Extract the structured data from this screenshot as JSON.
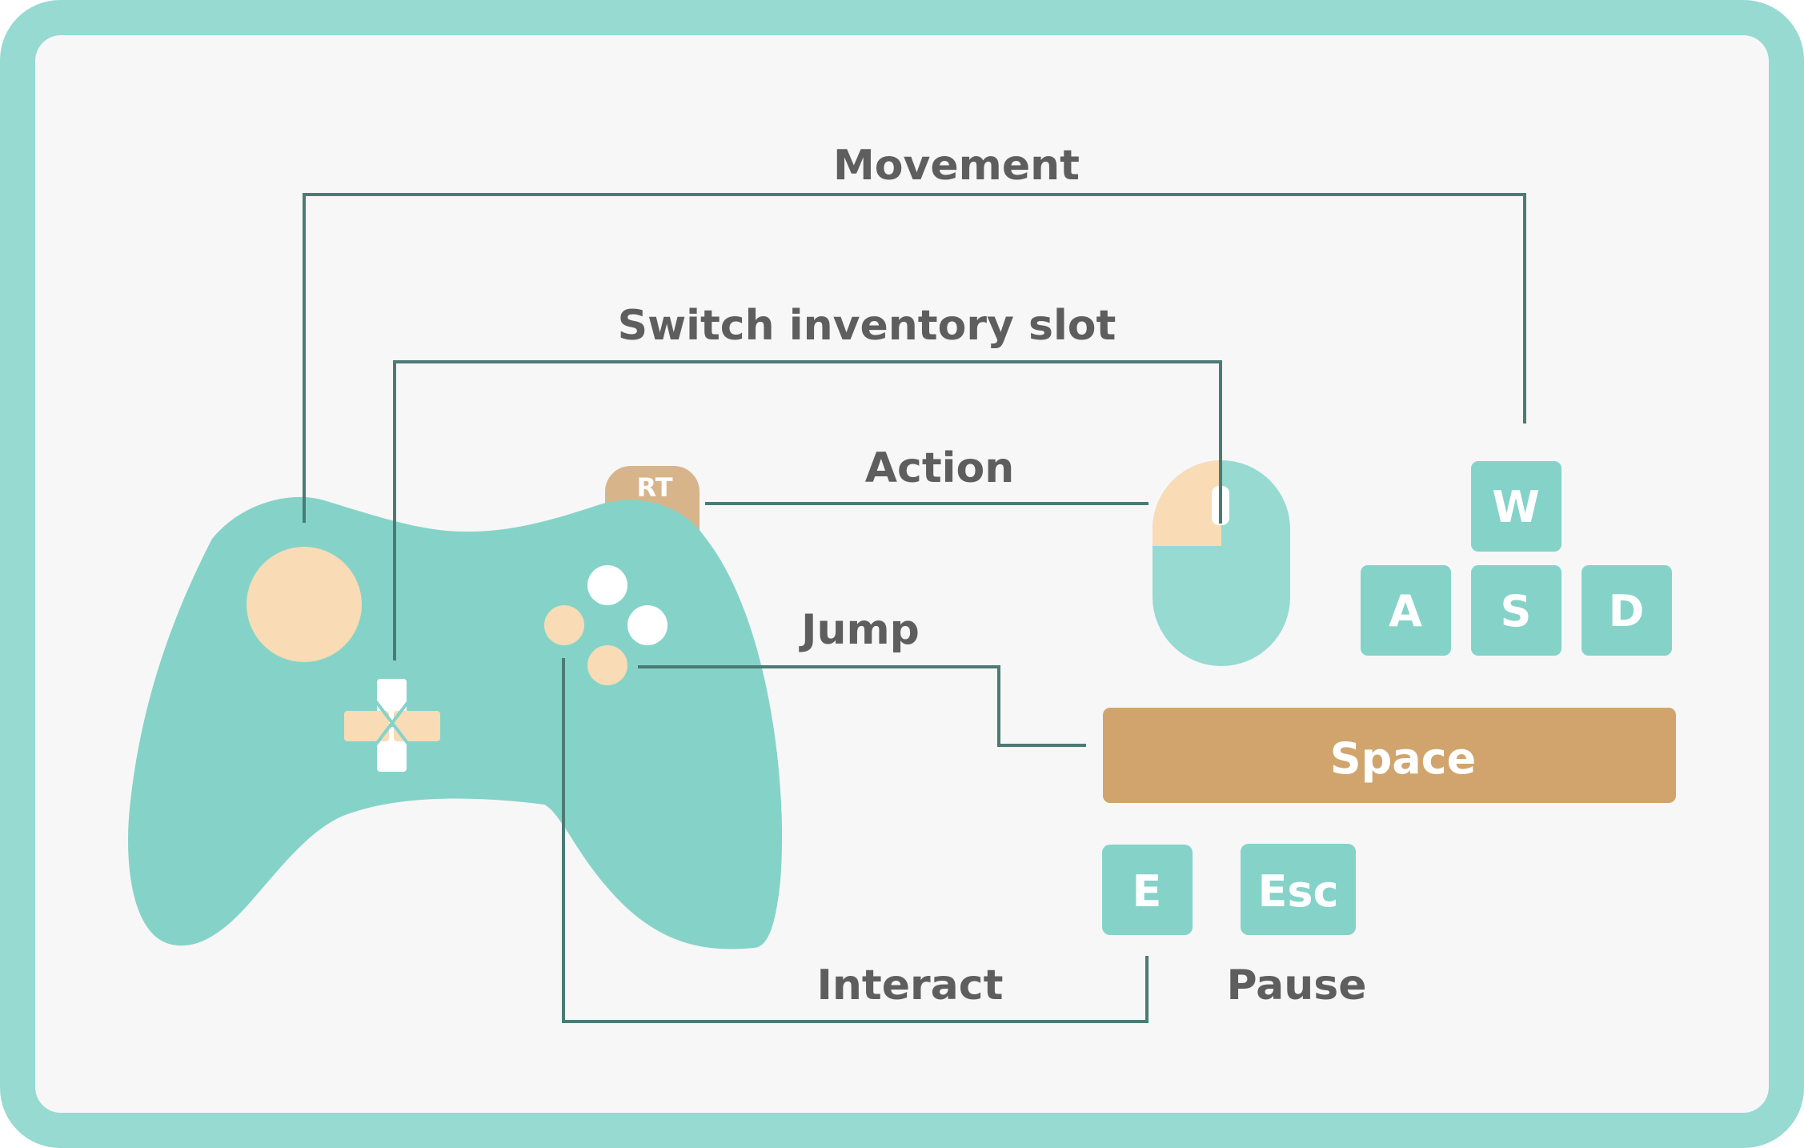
{
  "diagram": {
    "title": "Controller and keyboard/mouse control mapping",
    "colors": {
      "frame": "#96dad2",
      "background": "#f7f7f7",
      "controller": "#85d3c8",
      "accent_light": "#f9dbb5",
      "trigger": "#d8b48b",
      "space_key": "#d1a46d",
      "connector": "#4b7b74",
      "label_text": "#5e5e5e"
    },
    "labels": {
      "movement": "Movement",
      "switch_slot": "Switch inventory slot",
      "action": "Action",
      "jump": "Jump",
      "interact": "Interact",
      "pause": "Pause"
    },
    "controller": {
      "trigger_label": "RT"
    },
    "keys": {
      "w": "W",
      "a": "A",
      "s": "S",
      "d": "D",
      "space": "Space",
      "e": "E",
      "esc": "Esc"
    },
    "mappings": [
      {
        "action": "Movement",
        "controller": "left-stick",
        "pc": "W A S D"
      },
      {
        "action": "Switch inventory slot",
        "controller": "d-pad",
        "pc": "mouse-wheel"
      },
      {
        "action": "Action",
        "controller": "RT",
        "pc": "left-mouse-button"
      },
      {
        "action": "Jump",
        "controller": "bottom-face-button",
        "pc": "Space"
      },
      {
        "action": "Interact",
        "controller": "left-face-button",
        "pc": "E"
      },
      {
        "action": "Pause",
        "controller": "",
        "pc": "Esc"
      }
    ]
  }
}
